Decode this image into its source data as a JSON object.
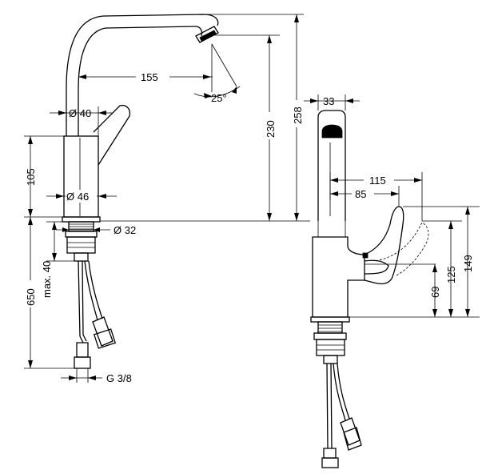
{
  "dimensions": {
    "spout_reach": "155",
    "spout_angle": "25°",
    "body_diameter": "Ø 40",
    "base_diameter": "Ø 46",
    "body_height": "105",
    "thread_diameter": "Ø 32",
    "max_thickness": "max. 40",
    "hose_length": "650",
    "connection": "G 3/8",
    "outlet_height": "230",
    "total_height": "258",
    "outlet_width": "33",
    "handle_depth_outer": "115",
    "handle_depth_inner": "85",
    "handle_h1": "69",
    "handle_h2": "125",
    "handle_h3": "149"
  }
}
